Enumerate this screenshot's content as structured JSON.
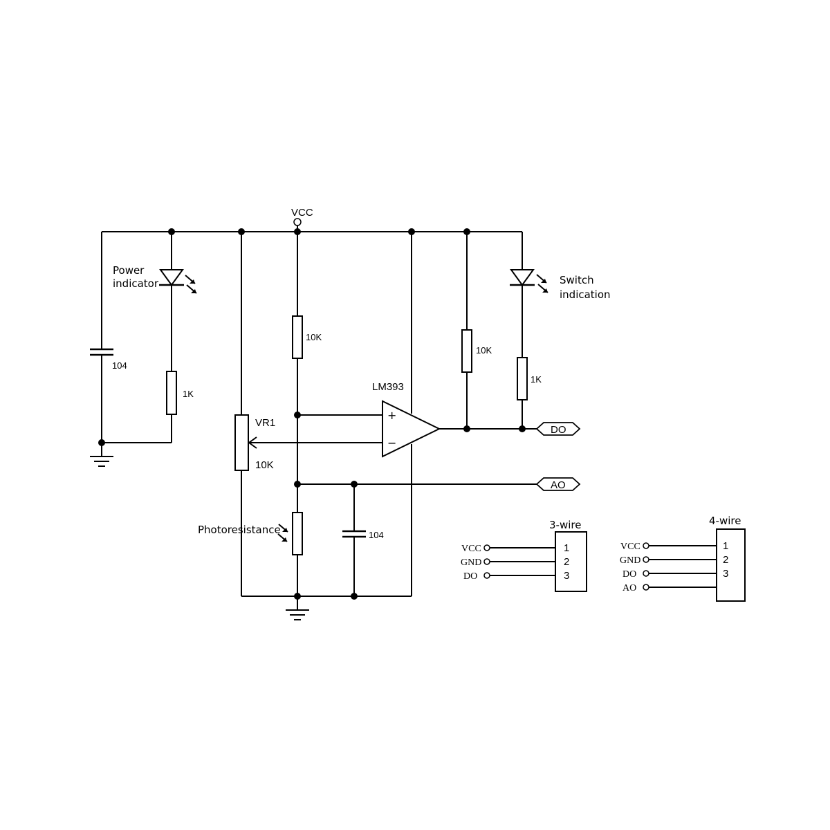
{
  "labels": {
    "vcc": "VCC",
    "power_indicator_line1": "Power",
    "power_indicator_line2": "indicator",
    "switch_indication_line1": "Switch",
    "switch_indication_line2": "indication",
    "cap_left": "104",
    "res_power_led": "1K",
    "res_pullup_plus": "10K",
    "res_pullup_out": "10K",
    "res_switch_led": "1K",
    "opamp": "LM393",
    "opamp_plus": "+",
    "opamp_minus": "−",
    "pot_name": "VR1",
    "pot_value": "10K",
    "photoresistor": "Photoresistance",
    "cap_mid": "104",
    "out_do": "DO",
    "out_ao": "AO"
  },
  "connector_3wire": {
    "title": "3-wire",
    "signals": [
      "VCC",
      "GND",
      "DO"
    ],
    "pins": [
      "1",
      "2",
      "3"
    ]
  },
  "connector_4wire": {
    "title": "4-wire",
    "signals": [
      "VCC",
      "GND",
      "DO",
      "AO"
    ],
    "pins": [
      "1",
      "2",
      "3"
    ]
  }
}
